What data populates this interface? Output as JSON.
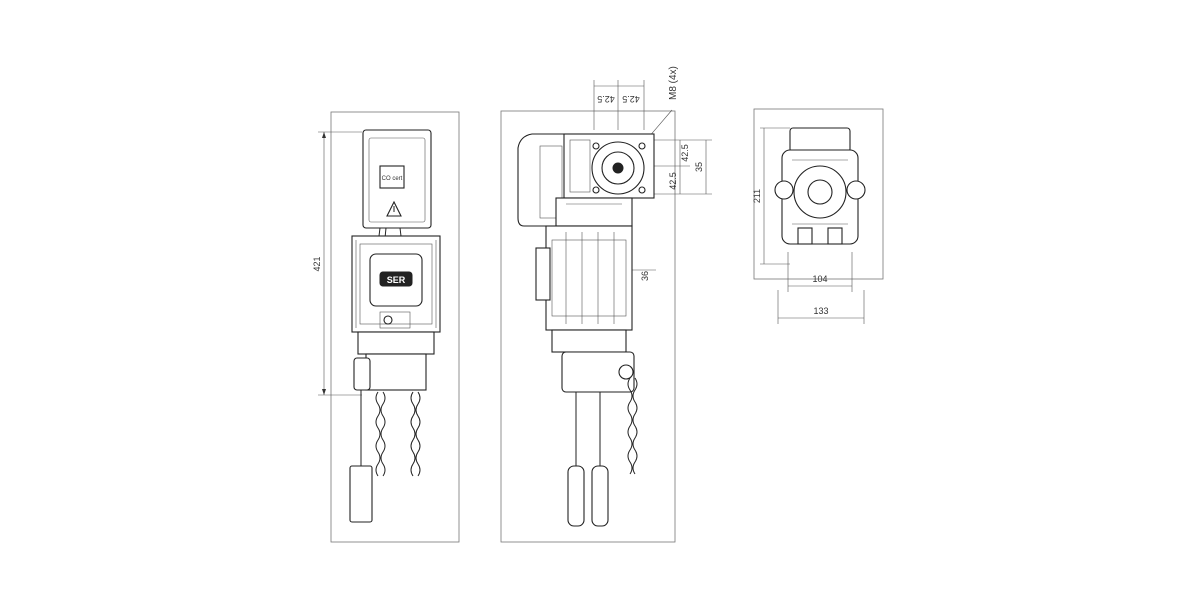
{
  "views": {
    "front": {
      "dim_height": "421"
    },
    "side": {
      "dim_holes": "M8 (4x)",
      "dim_top_left": "42.5",
      "dim_top_right": "42.5",
      "dim_right_top": "42.5",
      "dim_right_bottom": "42.5",
      "dim_right_total": "35",
      "dim_offset": "36"
    },
    "top": {
      "dim_height": "211",
      "dim_width_inner": "104",
      "dim_width_outer": "133"
    }
  },
  "labels": {
    "badge_text": "CO cert",
    "logo_text": "SER"
  },
  "colors": {
    "line": "#222222",
    "frame": "#777777"
  }
}
